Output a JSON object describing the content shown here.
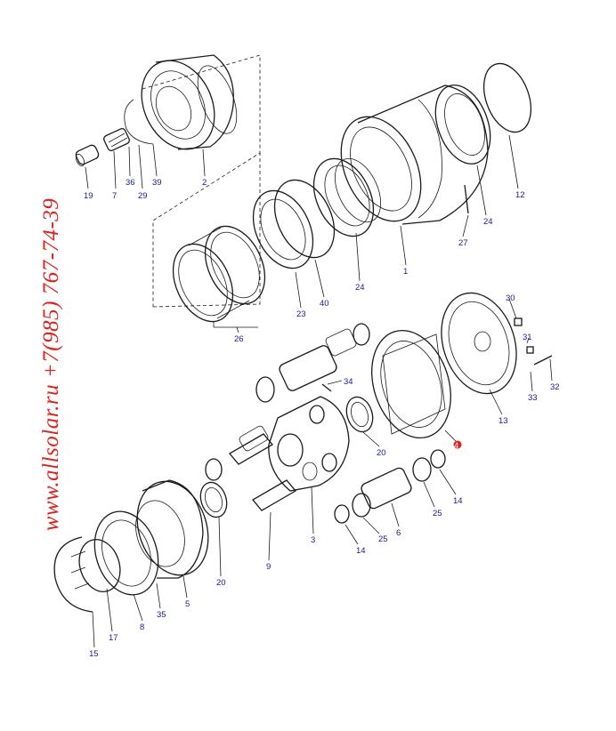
{
  "watermark": {
    "text": "www.allsolar.ru  +7(985) 767-74-39",
    "color": "#e0201c"
  },
  "highlight_color": "#e0201c",
  "callouts": [
    {
      "id": "19",
      "label": "19"
    },
    {
      "id": "7",
      "label": "7"
    },
    {
      "id": "36",
      "label": "36"
    },
    {
      "id": "29",
      "label": "29"
    },
    {
      "id": "39",
      "label": "39"
    },
    {
      "id": "2",
      "label": "2"
    },
    {
      "id": "12",
      "label": "12"
    },
    {
      "id": "24a",
      "label": "24"
    },
    {
      "id": "27",
      "label": "27"
    },
    {
      "id": "1",
      "label": "1"
    },
    {
      "id": "24b",
      "label": "24"
    },
    {
      "id": "40",
      "label": "40"
    },
    {
      "id": "23",
      "label": "23"
    },
    {
      "id": "26",
      "label": "26"
    },
    {
      "id": "30",
      "label": "30"
    },
    {
      "id": "31",
      "label": "31"
    },
    {
      "id": "32",
      "label": "32"
    },
    {
      "id": "33",
      "label": "33"
    },
    {
      "id": "13",
      "label": "13"
    },
    {
      "id": "4",
      "label": "4"
    },
    {
      "id": "34",
      "label": "34"
    },
    {
      "id": "20a",
      "label": "20"
    },
    {
      "id": "14a",
      "label": "14"
    },
    {
      "id": "25a",
      "label": "25"
    },
    {
      "id": "25b",
      "label": "25"
    },
    {
      "id": "6",
      "label": "6"
    },
    {
      "id": "14b",
      "label": "14"
    },
    {
      "id": "3",
      "label": "3"
    },
    {
      "id": "9",
      "label": "9"
    },
    {
      "id": "20b",
      "label": "20"
    },
    {
      "id": "5",
      "label": "5"
    },
    {
      "id": "35",
      "label": "35"
    },
    {
      "id": "8",
      "label": "8"
    },
    {
      "id": "17",
      "label": "17"
    },
    {
      "id": "15",
      "label": "15"
    }
  ]
}
